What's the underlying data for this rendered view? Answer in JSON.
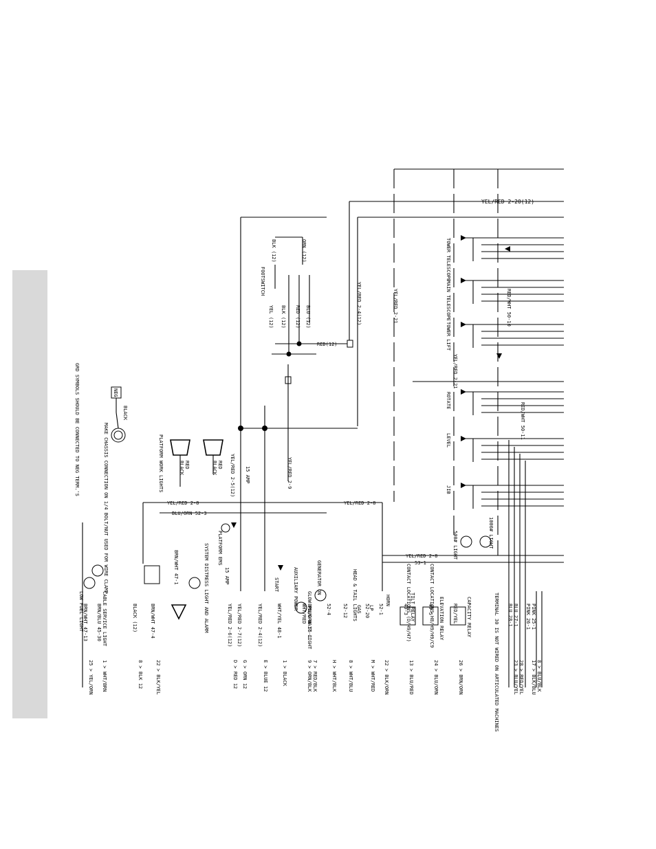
{
  "wire_labels": {
    "yel_red_2_20": "YEL/RED 2-20(12)",
    "yel_red_2_4": "YEL/RED 2-4(12)",
    "yel_red_2_21": "YEL/RED 2-21",
    "yel_red_2_21_b": "YEL/RED 2-21",
    "yel_red_2_9": "YEL/RED 2-9",
    "yel_red_2_8_top": "YEL/RED 2-8",
    "yel_red_2_8_mid": "YEL/RED 2-8",
    "yel_red_2_8_right": "YEL/RED 2-8",
    "n53_1": "53-1",
    "blu_orn_52_3": "BLU/ORN 52-3",
    "yel_red_2_5": "YEL/RED 2-5(12)",
    "red_12": "RED(12)",
    "red_wht_50_10": "RED/WHT 50-10",
    "red_wht_50_11": "RED/WHT 50-11",
    "brn_wht_47_1": "BRN/WHT 47-1",
    "black": "BLACK",
    "amp_15_a": "15 AMP",
    "amp_15_b": "15 AMP"
  },
  "footswitch": {
    "title": "FOOTSWITCH",
    "wires": [
      "ORN (12)",
      "BLK (12)",
      "BLU (12)",
      "RED (12)",
      "BLK (12)",
      "YEL (12)"
    ]
  },
  "functions": [
    "TOWER TELESCOPE",
    "MAIN TELESCOPE",
    "TOWER LIFT",
    "ROTATE",
    "LEVEL",
    "JIB"
  ],
  "components": {
    "platform_work_lights": "PLATFORM WORK LIGHTS",
    "red": "RED",
    "black": "BLACK",
    "red_2": "RED",
    "black_2": "BLACK",
    "platform_ems": "PLATFORM EMS",
    "system_distress": "SYSTEM DISTRESS LIGHT AND ALARM",
    "start": "START",
    "aux_power": "AUXILIARY POWER",
    "generator_on": "GENERATOR ON",
    "glow_plug": "GLOW PLUG WAIT LIGHT",
    "head_tail": "HEAD & TAIL LIGHTS",
    "gas": "GAS",
    "lp": "LP",
    "horn": "HORN",
    "tilt_relay": "TILT RELAY",
    "contact_h1": "CONTACT LOCATIONS (D/H9/H7)",
    "contact_h2": "CONTACT LOCATIONS H8/H9/H9/C9",
    "elevation_relay": "ELEVATION RELAY",
    "capacity_relay": "CAPACITY RELAY",
    "light_500": "500# LIGHT",
    "light_1000": "1000# LIGHT",
    "terminal_note": "TERMINAL 30 IS NOT WIRED ON ARTICULATED MACHINES",
    "cable_service": "CABLE SERVICE LIGHT",
    "low_fuel": "LOW FUEL LIGHT",
    "neg": "NEG"
  },
  "notes": {
    "chassis": "MAKE CHASSIS CONNECTION ON 1/4 BOLT/NUT USED FOR WIRE CLAMP.",
    "gnd": "GRD SYMBOLS SHOULD BE CONNECTED TO NEG TERM.'S"
  },
  "connectors": [
    {
      "pin": "8",
      "wire": "BLU/BLK",
      "label": "PINK 25-1"
    },
    {
      "pin": "17",
      "wire": "BLK/BLU",
      "label": "PINK 26-1"
    },
    {
      "pin": "28",
      "wire": "RED/YEL",
      "label": "BLU 27-1"
    },
    {
      "pin": "23",
      "wire": "BLU/YEL",
      "label": "BLU 28-1"
    },
    {
      "pin": "26",
      "wire": "BRN/ORN",
      "label": "RED/YEL"
    },
    {
      "pin": "24",
      "wire": "BLU/ORN",
      "label": "49-5"
    },
    {
      "pin": "13",
      "wire": "BLU/RED",
      "label": "49-3"
    },
    {
      "pin": "22",
      "wire": "BLK/ORN",
      "label": "52-1"
    },
    {
      "pin": "M",
      "wire": "WHT/RED",
      "label": "52-20"
    },
    {
      "pin": "8",
      "wire": "WHT/BLU",
      "label": "52-12"
    },
    {
      "pin": "H",
      "wire": "WHT/BLK",
      "label": "52-4"
    },
    {
      "pin": "7",
      "wire": "RED/BLK",
      "label": "BRN/ORN 55-1"
    },
    {
      "pin": "9",
      "wire": "ORN/BLK",
      "label": "WHT/RED"
    },
    {
      "pin": "1",
      "wire": "BLACK",
      "label": "WHT/YEL 48-1"
    },
    {
      "pin": "E",
      "wire": "BLUE 12",
      "label": "YEL/RED 2-4(12)"
    },
    {
      "pin": "G",
      "wire": "ORN 12",
      "label": "YEL/RED 2-7(12)"
    },
    {
      "pin": "D",
      "wire": "RED 12",
      "label": "YEL/RED 2-6(12)"
    },
    {
      "pin": "22",
      "wire": "BLK/YEL",
      "label": "BRN/WHT 47-4"
    },
    {
      "pin": "8",
      "wire": "BLK 12",
      "label": "BLACK (12)"
    },
    {
      "pin": "1",
      "wire": "WHT/BRN",
      "label": "BRN/BLU 45-30"
    },
    {
      "pin": "25",
      "wire": "YEL/ORN",
      "label": "BRN/WHT 47-13"
    }
  ]
}
